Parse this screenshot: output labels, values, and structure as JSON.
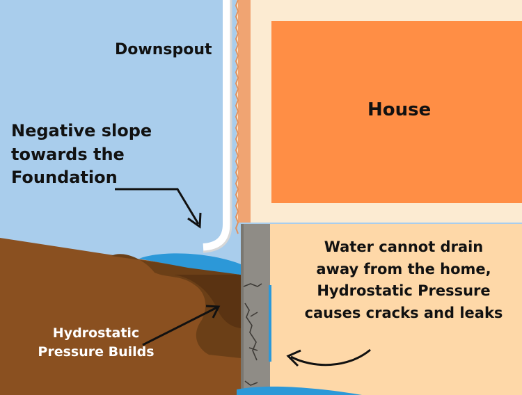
{
  "labels": {
    "downspout": "Downspout",
    "house": "House",
    "negative_slope": [
      "Negative slope",
      "towards the",
      "Foundation"
    ],
    "water_cannot_drain": [
      "Water cannot drain",
      "away from the home,",
      "Hydrostatic Pressure",
      "causes cracks and leaks"
    ],
    "hydrostatic_builds": [
      "Hydrostatic",
      "Pressure Builds"
    ]
  },
  "colors": {
    "sky": "#a9cdec",
    "house_wall": "#fcebd2",
    "house_panel": "#ff8e45",
    "siding": "#f0a472",
    "basement": "#fed8a8",
    "foundation_wall": "#8f8c86",
    "soil": "#8a5020",
    "soil_dark": "#6b3f17",
    "soil_darker": "#5a3312",
    "water": "#2c98d8",
    "downspout": "#ffffff"
  }
}
